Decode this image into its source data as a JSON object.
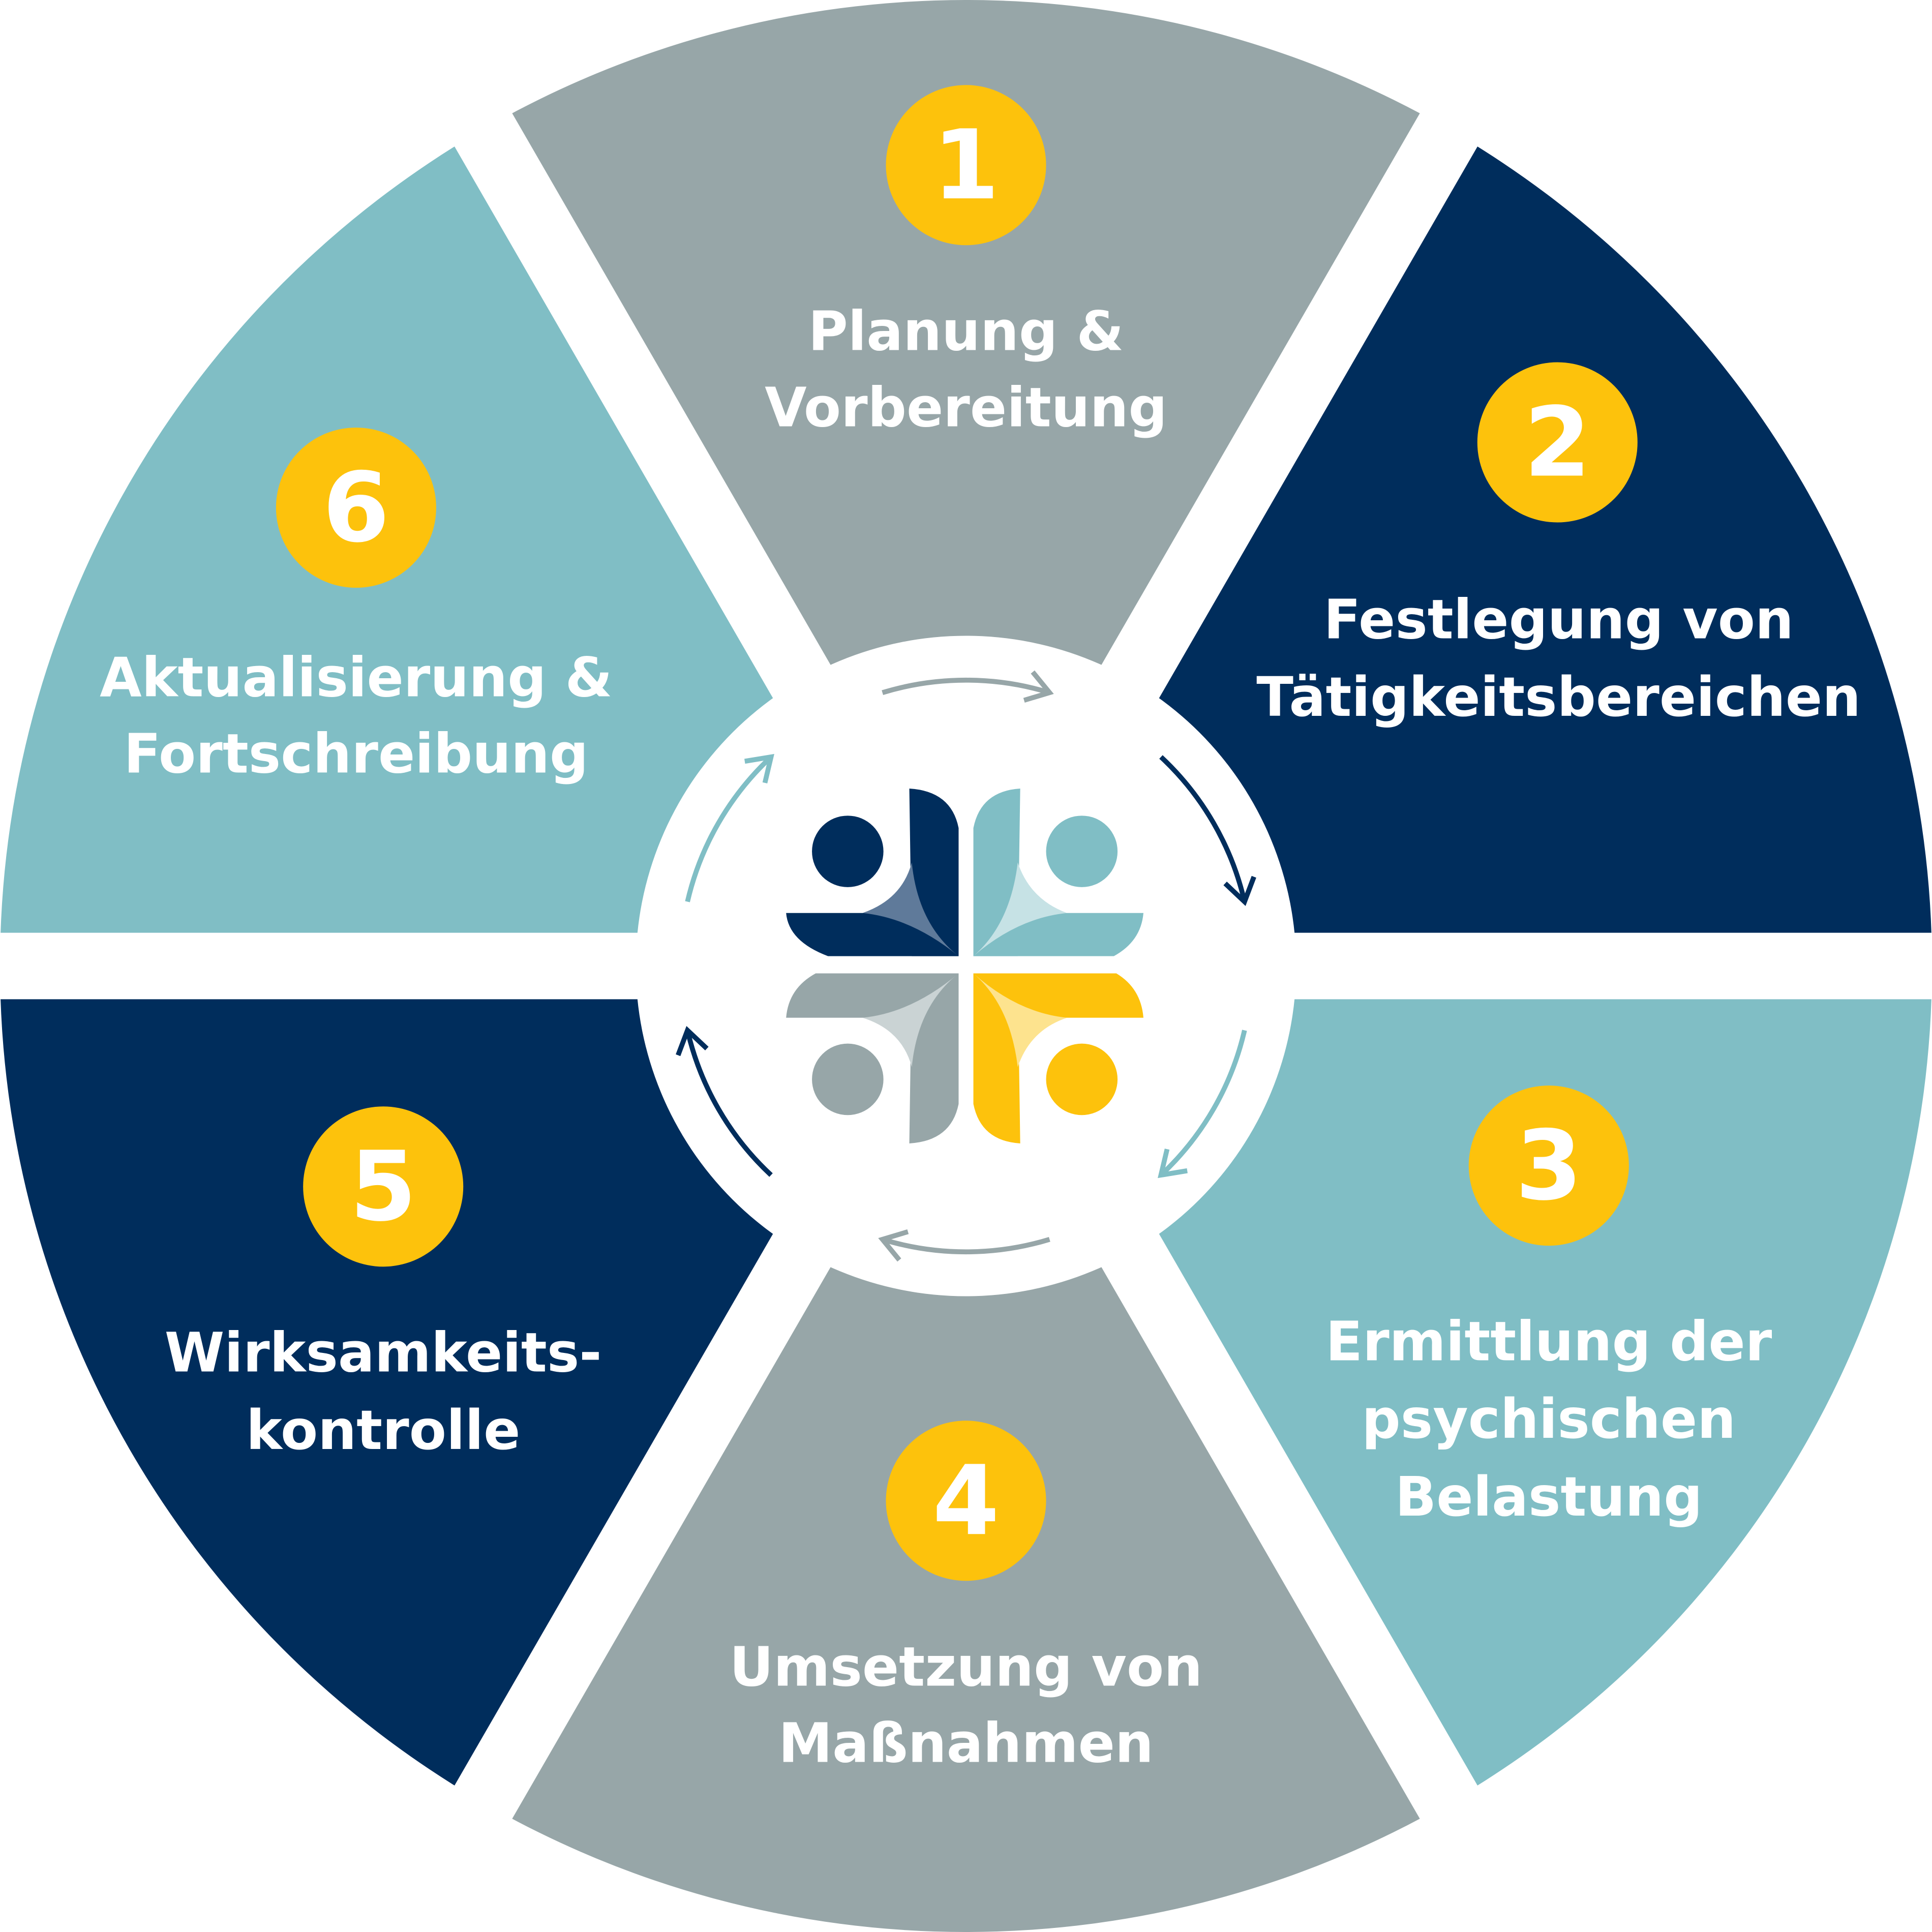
{
  "colors": {
    "gray": "#97a6a8",
    "navy": "#002d5c",
    "teal": "#80bec5",
    "yellow": "#fdc20c",
    "white": "#ffffff"
  },
  "steps": [
    {
      "number": "1",
      "lines": [
        "Planung &",
        "Vorbereitung"
      ],
      "color": "#97a6a8",
      "arrow_color": "#97a6a8"
    },
    {
      "number": "2",
      "lines": [
        "Festlegung von",
        "Tätigkeitsbereichen"
      ],
      "color": "#002d5c",
      "arrow_color": "#002d5c"
    },
    {
      "number": "3",
      "lines": [
        "Ermittlung der",
        "psychischen",
        "Belastung"
      ],
      "color": "#80bec5",
      "arrow_color": "#80bec5"
    },
    {
      "number": "4",
      "lines": [
        "Umsetzung von",
        "Maßnahmen"
      ],
      "color": "#97a6a8",
      "arrow_color": "#97a6a8"
    },
    {
      "number": "5",
      "lines": [
        "Wirksamkeits-",
        "kontrolle"
      ],
      "color": "#002d5c",
      "arrow_color": "#002d5c"
    },
    {
      "number": "6",
      "lines": [
        "Aktualisierung &",
        "Fortschreibung"
      ],
      "color": "#80bec5",
      "arrow_color": "#80bec5"
    }
  ]
}
